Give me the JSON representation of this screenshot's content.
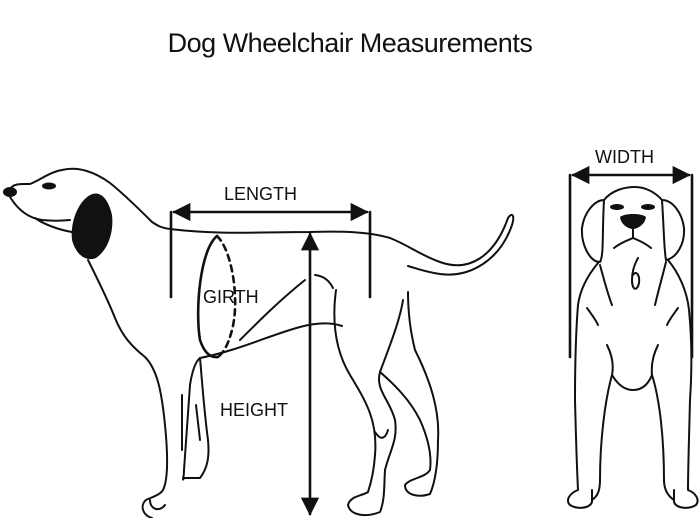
{
  "title": "Dog Wheelchair Measurements",
  "labels": {
    "length": "LENGTH",
    "girth": "GIRTH",
    "height": "HEIGHT",
    "width": "WIDTH"
  },
  "views": [
    {
      "name": "side-view",
      "measurements": [
        "LENGTH",
        "GIRTH",
        "HEIGHT"
      ]
    },
    {
      "name": "front-view",
      "measurements": [
        "WIDTH"
      ]
    }
  ],
  "colors": {
    "line": "#111111",
    "background": "#ffffff"
  }
}
